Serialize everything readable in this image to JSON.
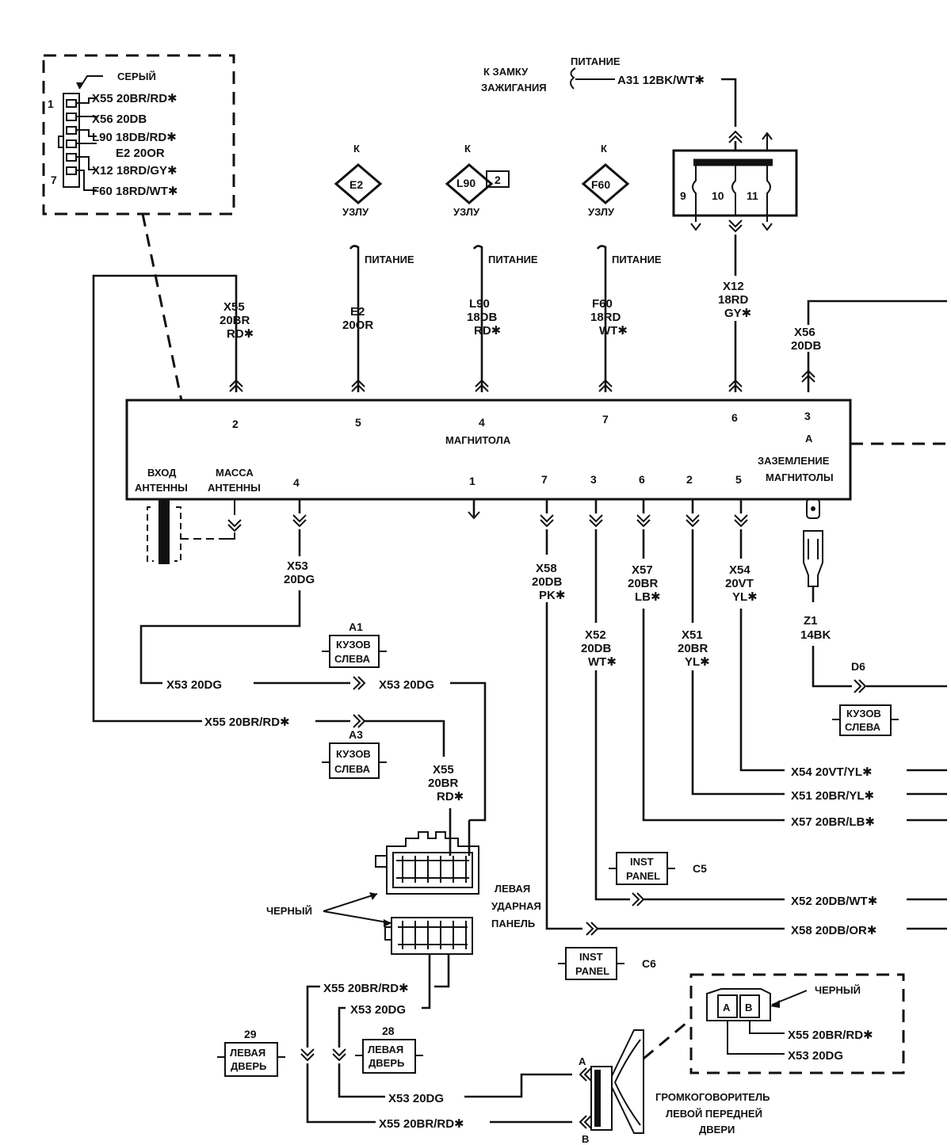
{
  "inset": {
    "color": "СЕРЫЙ",
    "pin_first": "1",
    "pin_last": "7",
    "wires": [
      "X55 20BR/RD✱",
      "X56 20DB",
      "L90 18DB/RD✱",
      "E2 20OR",
      "X12 18RD/GY✱",
      "F60 18RD/WT✱"
    ]
  },
  "ignition": {
    "label1": "К ЗАМКУ",
    "label2": "ЗАЖИГАНИЯ",
    "power": "ПИТАНИЕ",
    "wire": "A31 12BK/WT✱"
  },
  "fuse_block": {
    "pins": [
      "9",
      "10",
      "11"
    ]
  },
  "nodes": [
    {
      "k": "К",
      "id": "E2",
      "extra": "",
      "label": "УЗЛУ",
      "power": "ПИТАНИЕ",
      "wire": [
        "E2",
        "20OR",
        ""
      ],
      "pin": "5"
    },
    {
      "k": "К",
      "id": "L90",
      "extra": "2",
      "label": "УЗЛУ",
      "power": "ПИТАНИЕ",
      "wire": [
        "L90",
        "18DB",
        "RD✱"
      ],
      "pin": "4"
    },
    {
      "k": "К",
      "id": "F60",
      "extra": "",
      "label": "УЗЛУ",
      "power": "ПИТАНИЕ",
      "wire": [
        "F60",
        "18RD",
        "WT✱"
      ],
      "pin": "7"
    }
  ],
  "radio": {
    "title": "МАГНИТОЛА",
    "top_pins": {
      "x55": "2",
      "x12": "6",
      "x56": "3",
      "x56_sub": "A"
    },
    "x55_wire": [
      "X55",
      "20BR",
      "RD✱"
    ],
    "x12_wire": [
      "X12",
      "18RD",
      "GY✱"
    ],
    "x56_wire": [
      "X56",
      "20DB"
    ],
    "antenna_in": [
      "ВХОД",
      "АНТЕННЫ"
    ],
    "antenna_gnd": [
      "МАССА",
      "АНТЕННЫ"
    ],
    "ground_label": [
      "ЗАЗЕМЛЕНИЕ",
      "МАГНИТОЛЫ"
    ],
    "bottom_pins": [
      "4",
      "1",
      "7",
      "3",
      "6",
      "2",
      "5"
    ]
  },
  "bottom_wires": {
    "x53": [
      "X53",
      "20DG"
    ],
    "x58": [
      "X58",
      "20DB",
      "PK✱"
    ],
    "x52": [
      "X52",
      "20DB",
      "WT✱"
    ],
    "x57": [
      "X57",
      "20BR",
      "LB✱"
    ],
    "x51": [
      "X51",
      "20BR",
      "YL✱"
    ],
    "x54": [
      "X54",
      "20VT",
      "YL✱"
    ],
    "z1": [
      "Z1",
      "14BK"
    ]
  },
  "splices": {
    "a1": {
      "id": "A1",
      "l1": "КУЗОВ",
      "l2": "СЛЕВА"
    },
    "a3": {
      "id": "A3",
      "l1": "КУЗОВ",
      "l2": "СЛЕВА"
    },
    "d6": {
      "id": "D6",
      "l1": "КУЗОВ",
      "l2": "СЛЕВА"
    }
  },
  "runs": {
    "x53_left": "X53 20DG",
    "x53_right": "X53 20DG",
    "x55_run": "X55 20BR/RD✱",
    "x55_down": [
      "X55",
      "20BR",
      "RD✱"
    ],
    "x54_out": "X54 20VT/YL✱",
    "x51_out": "X51 20BR/YL✱",
    "x57_out": "X57 20BR/LB✱",
    "x52_out": "X52 20DB/WT✱",
    "x58_out": "X58 20DB/OR✱"
  },
  "inst_panels": [
    {
      "l1": "INST",
      "l2": "PANEL",
      "code": "C5"
    },
    {
      "l1": "INST",
      "l2": "PANEL",
      "code": "C6"
    }
  ],
  "kick_panel": {
    "label": [
      "ЛЕВАЯ",
      "УДАРНАЯ",
      "ПАНЕЛЬ"
    ],
    "color": "ЧЕРНЫЙ"
  },
  "door": {
    "x55_a": "X55 20BR/RD✱",
    "x53_a": "X53 20DG",
    "left29": {
      "num": "29",
      "l1": "ЛЕВАЯ",
      "l2": "ДВЕРЬ"
    },
    "left28": {
      "num": "28",
      "l1": "ЛЕВАЯ",
      "l2": "ДВЕРЬ"
    },
    "x53_b": "X53 20DG",
    "x55_b": "X55 20BR/RD✱",
    "pin_a": "A",
    "pin_b": "B"
  },
  "speaker": {
    "label": [
      "ГРОМКОГОВОРИТЕЛЬ",
      "ЛЕВОЙ ПЕРЕДНЕЙ",
      "ДВЕРИ"
    ],
    "inset_color": "ЧЕРНЫЙ",
    "inset_pins": [
      "A",
      "B"
    ],
    "inset_wires": [
      "X55 20BR/RD✱",
      "X53 20DG"
    ]
  }
}
